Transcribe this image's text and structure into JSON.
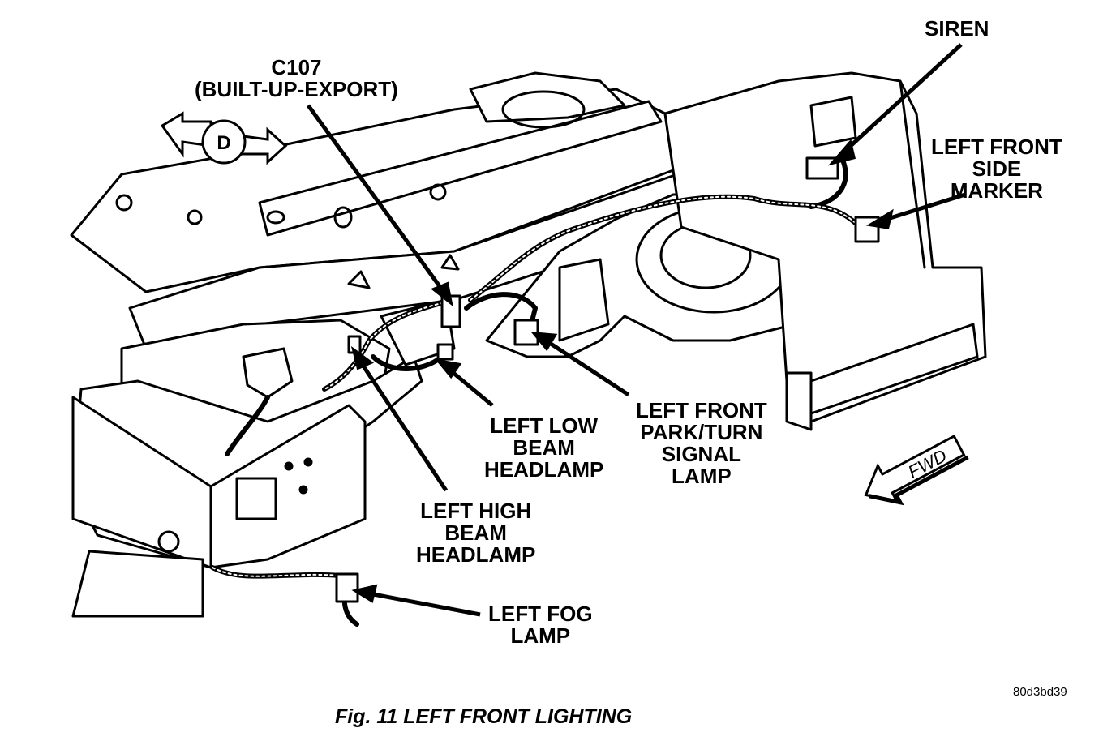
{
  "labels": {
    "siren": [
      "SIREN"
    ],
    "c107": [
      "C107",
      "(BUILT-UP-EXPORT)"
    ],
    "side_marker": [
      "LEFT FRONT",
      "SIDE",
      "MARKER"
    ],
    "park_turn": [
      "LEFT FRONT",
      "PARK/TURN",
      "SIGNAL",
      "LAMP"
    ],
    "low_beam": [
      "LEFT LOW",
      "BEAM",
      "HEADLAMP"
    ],
    "high_beam": [
      "LEFT HIGH",
      "BEAM",
      "HEADLAMP"
    ],
    "fog_lamp": [
      "LEFT FOG",
      "LAMP"
    ]
  },
  "direction_d": "D",
  "fwd": "FWD",
  "ref_code": "80d3bd39",
  "caption": "Fig. 11 LEFT FRONT LIGHTING"
}
